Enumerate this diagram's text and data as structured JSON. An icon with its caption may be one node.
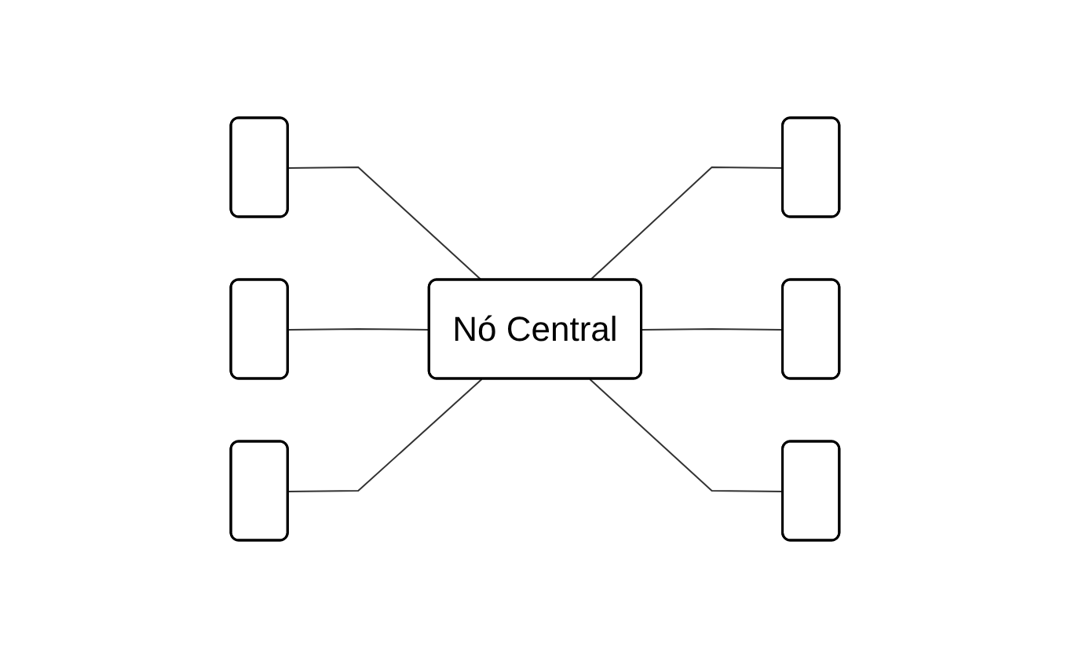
{
  "diagram": {
    "nodes": [
      {
        "text": [],
        "shape": "box"
      },
      {
        "text": [],
        "shape": "box"
      },
      {
        "text": [],
        "shape": "box"
      },
      {
        "text": [
          "Nó Central"
        ]
      },
      {
        "text": [],
        "shape": "box"
      },
      {
        "text": [],
        "shape": "box"
      },
      {
        "text": [],
        "shape": "box"
      }
    ],
    "edges": [
      {
        "from": 0,
        "to": 3,
        "arrow": "none"
      },
      {
        "from": 3,
        "to": 1,
        "arrow": "none"
      },
      {
        "from": 2,
        "to": 3,
        "arrow": "none"
      },
      {
        "from": 3,
        "to": 4,
        "arrow": "none"
      },
      {
        "from": 5,
        "to": 3,
        "arrow": "none"
      },
      {
        "from": 3,
        "to": 6,
        "arrow": "none"
      }
    ]
  }
}
